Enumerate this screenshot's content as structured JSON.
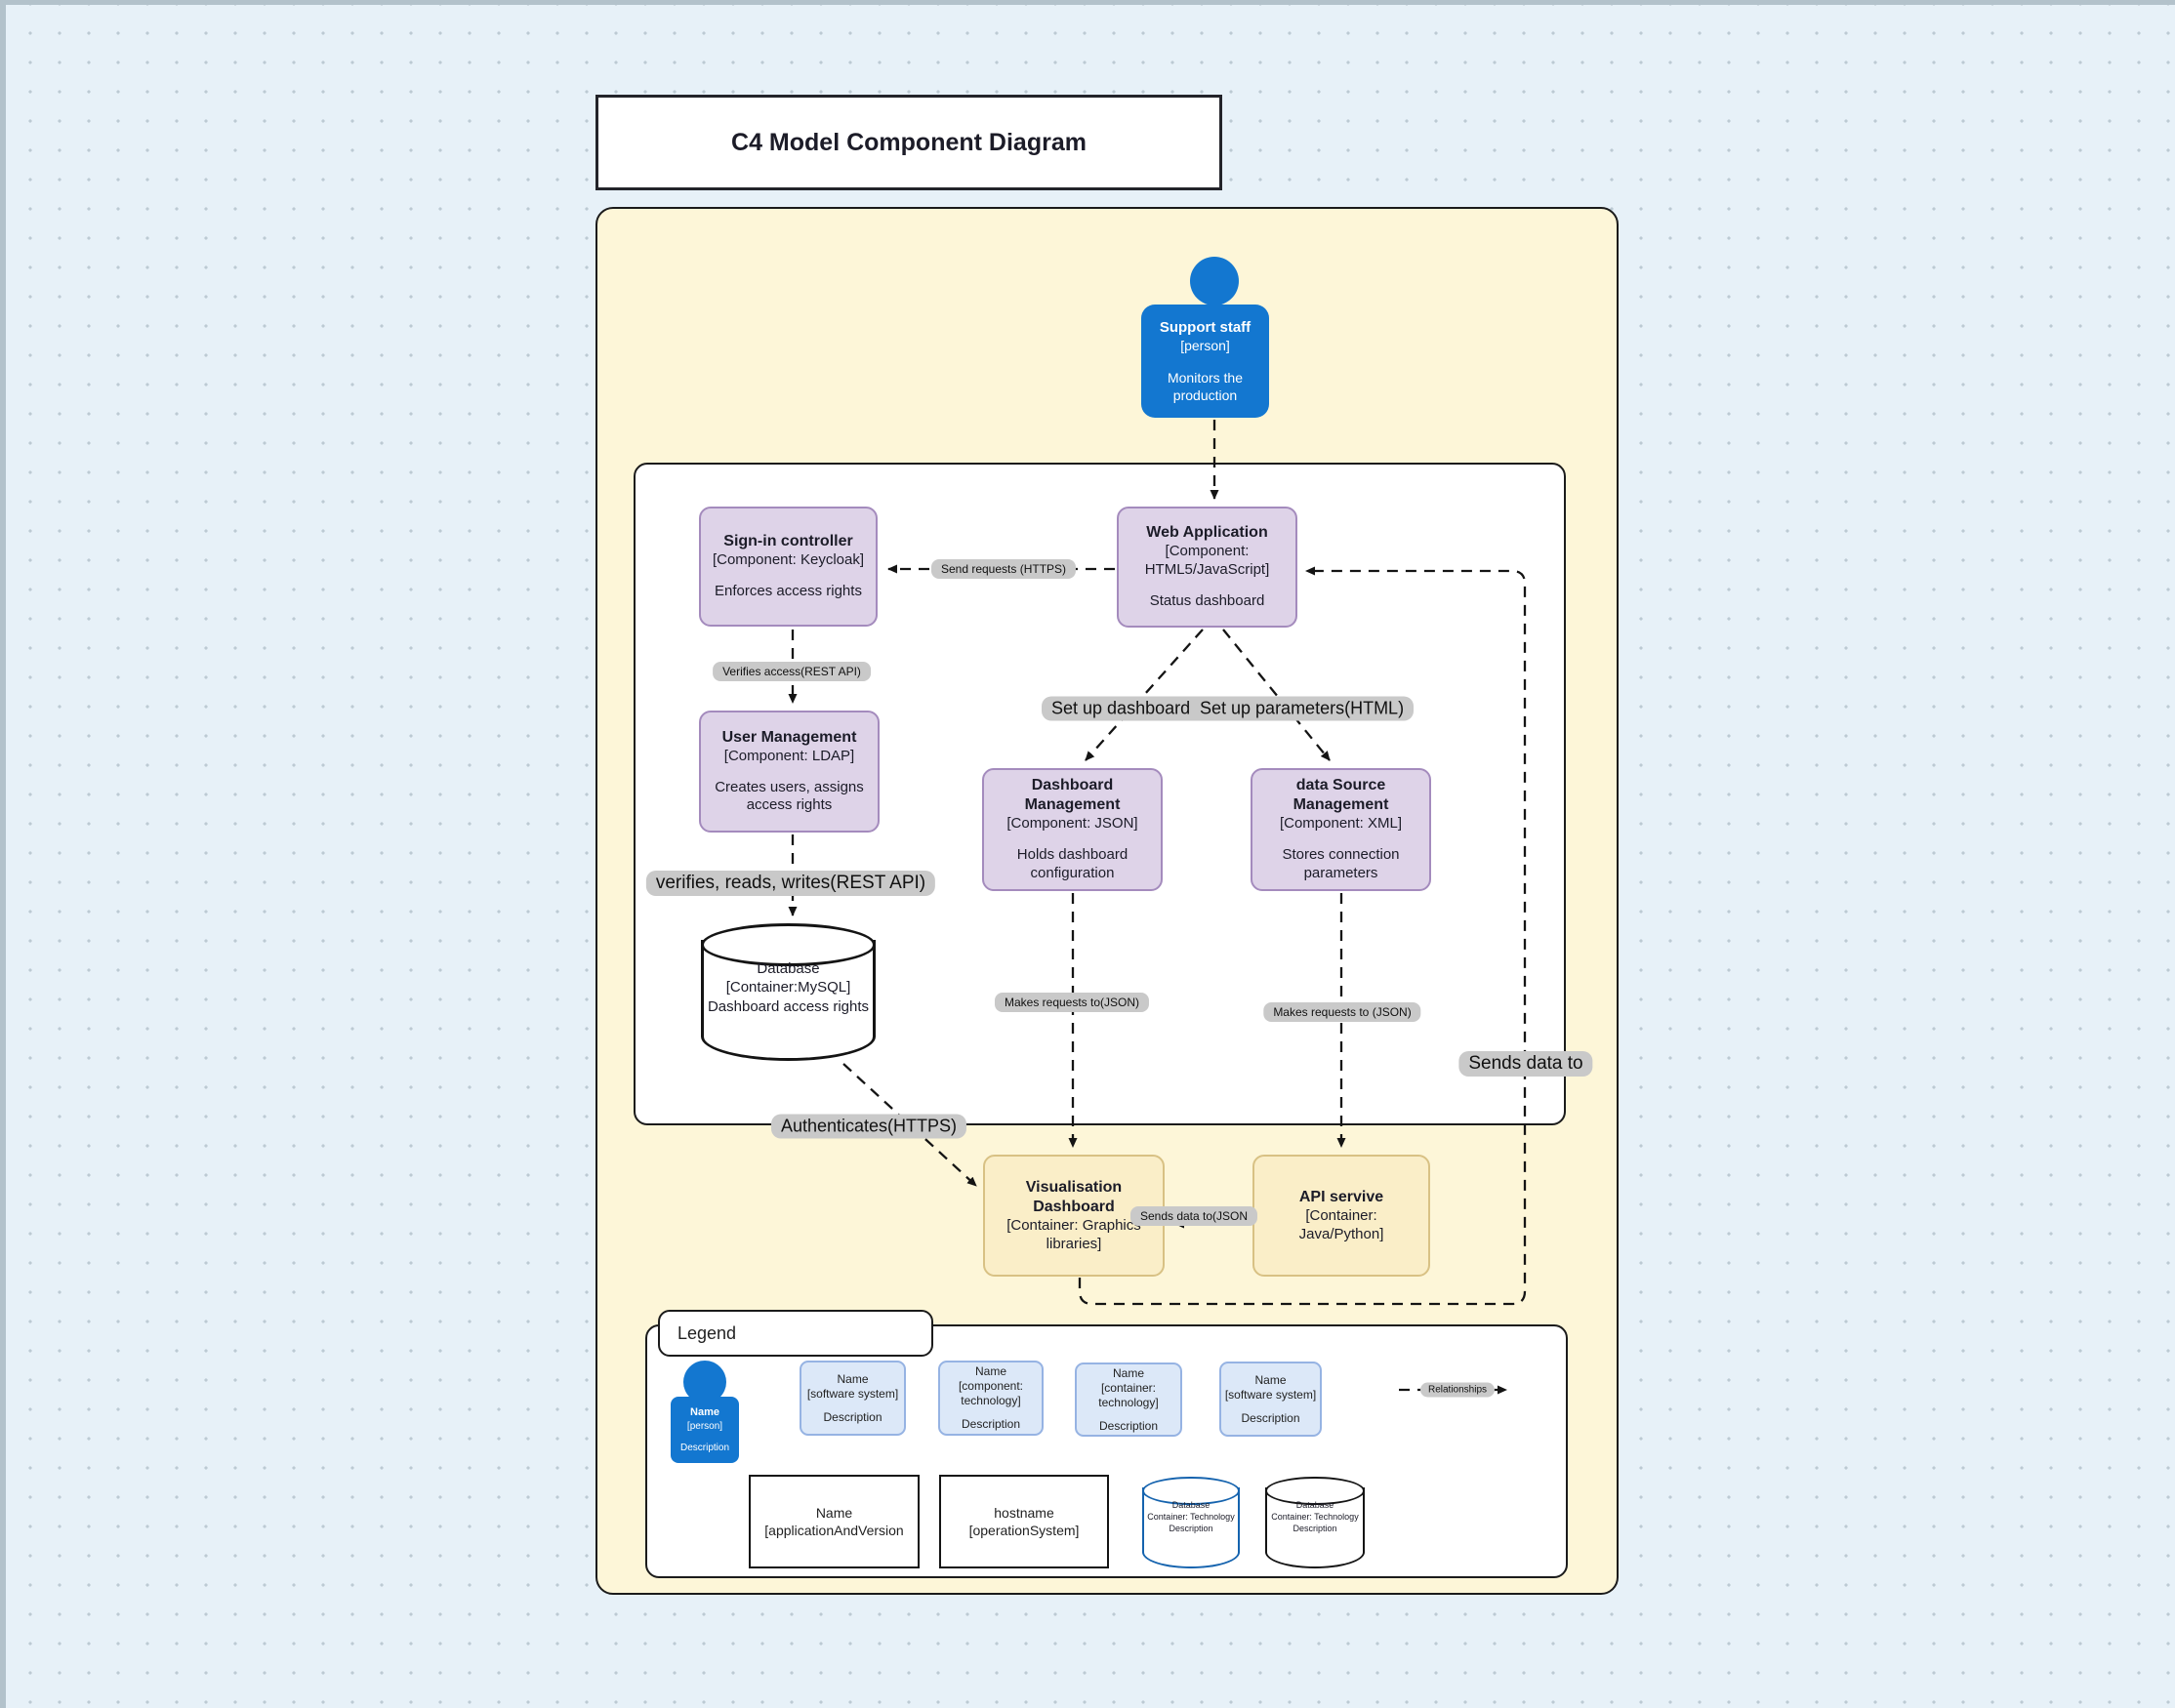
{
  "title": "C4 Model Component Diagram",
  "person": {
    "name": "Support staff",
    "type": "[person]",
    "description": "Monitors the production"
  },
  "components": {
    "sign_in": {
      "name": "Sign-in controller",
      "type": "[Component: Keycloak]",
      "description": "Enforces access rights"
    },
    "web_app": {
      "name": "Web Application",
      "type": "[Component: HTML5/JavaScript]",
      "description": "Status dashboard"
    },
    "user_mgmt": {
      "name": "User Management",
      "type": "[Component: LDAP]",
      "description": "Creates users, assigns access rights"
    },
    "dashboard_mgmt": {
      "name": "Dashboard Management",
      "type": "[Component: JSON]",
      "description": "Holds dashboard configuration"
    },
    "data_source_mgmt": {
      "name": "data Source Management",
      "type": "[Component: XML]",
      "description": "Stores connection parameters"
    }
  },
  "database": {
    "name": "Database",
    "type": "[Container:MySQL]",
    "description": "Dashboard access rights"
  },
  "containers": {
    "vis_dashboard": {
      "name": "Visualisation Dashboard",
      "type": "[Container: Graphics libraries]"
    },
    "api_service": {
      "name": "API servive",
      "type": "[Container: Java/Python]"
    }
  },
  "edge_labels": {
    "send_requests": "Send requests (HTTPS)",
    "verifies_access": "Verifies access(REST API)",
    "verifies_reads_writes": "verifies, reads, writes(REST API)",
    "set_up_dashboards": "Set up dashboards(H",
    "set_up_parameters": "Set up parameters(HTML)",
    "makes_requests_json": "Makes requests to(JSON)",
    "makes_requests_json_2": "Makes requests to (JSON)",
    "sends_data_to": "Sends data to",
    "authenticates": "Authenticates(HTTPS)",
    "sends_data_to_json": "Sends data to(JSON",
    "relationships": "Relationships"
  },
  "legend": {
    "title": "Legend",
    "person": {
      "name": "Name",
      "type": "[person]",
      "description": "Description"
    },
    "boxes": [
      {
        "name": "Name",
        "type": "[software system]",
        "description": "Description"
      },
      {
        "name": "Name",
        "type": "[component: technology]",
        "description": "Description"
      },
      {
        "name": "Name",
        "type": "[container: technology]",
        "description": "Description"
      },
      {
        "name": "Name",
        "type": "[software system]",
        "description": "Description"
      }
    ],
    "deployment_node": {
      "name": "Name",
      "type": "[applicationAndVersion"
    },
    "infrastructure_node": {
      "name": "hostname",
      "type": "[operationSystem]"
    },
    "database_blue": {
      "name": "Database",
      "type": "Container: Technology",
      "description": "Description"
    },
    "database_black": {
      "name": "Database",
      "type": "Container: Technology",
      "description": "Description"
    }
  },
  "colors": {
    "background": "#e7f1f8",
    "system_boundary_fill": "#fdf6d8",
    "component_fill": "#ded3e8",
    "component_border": "#a48bbd",
    "container_fill": "#faeec8",
    "container_border": "#d8c184",
    "person_fill": "#1377d0",
    "edge_label_bg": "#c9c9c9",
    "legend_box_fill": "#dce8f8",
    "legend_box_border": "#96b3e3",
    "legend_db_blue_border": "#1563ae"
  }
}
